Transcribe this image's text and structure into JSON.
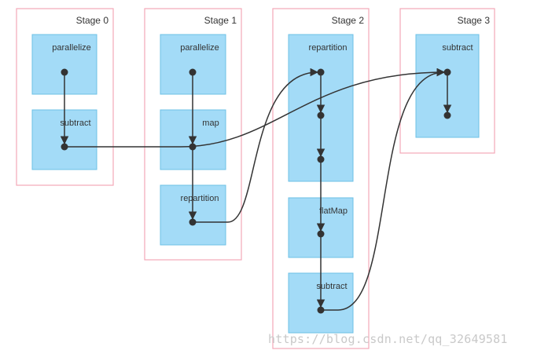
{
  "stages": [
    {
      "label": "Stage 0",
      "ops": [
        {
          "label": "parallelize"
        },
        {
          "label": "subtract"
        }
      ]
    },
    {
      "label": "Stage 1",
      "ops": [
        {
          "label": "parallelize"
        },
        {
          "label": "map"
        },
        {
          "label": "repartition"
        }
      ]
    },
    {
      "label": "Stage 2",
      "ops": [
        {
          "label": "repartition"
        },
        {
          "label": "flatMap"
        },
        {
          "label": "subtract"
        }
      ]
    },
    {
      "label": "Stage 3",
      "ops": [
        {
          "label": "subtract"
        }
      ]
    }
  ],
  "watermark": "https://blog.csdn.net/qq_32649581",
  "colors": {
    "stage_border": "#f4a8b8",
    "op_fill": "#a3dbf7",
    "op_border": "#6cc0e6",
    "edge": "#333333"
  }
}
